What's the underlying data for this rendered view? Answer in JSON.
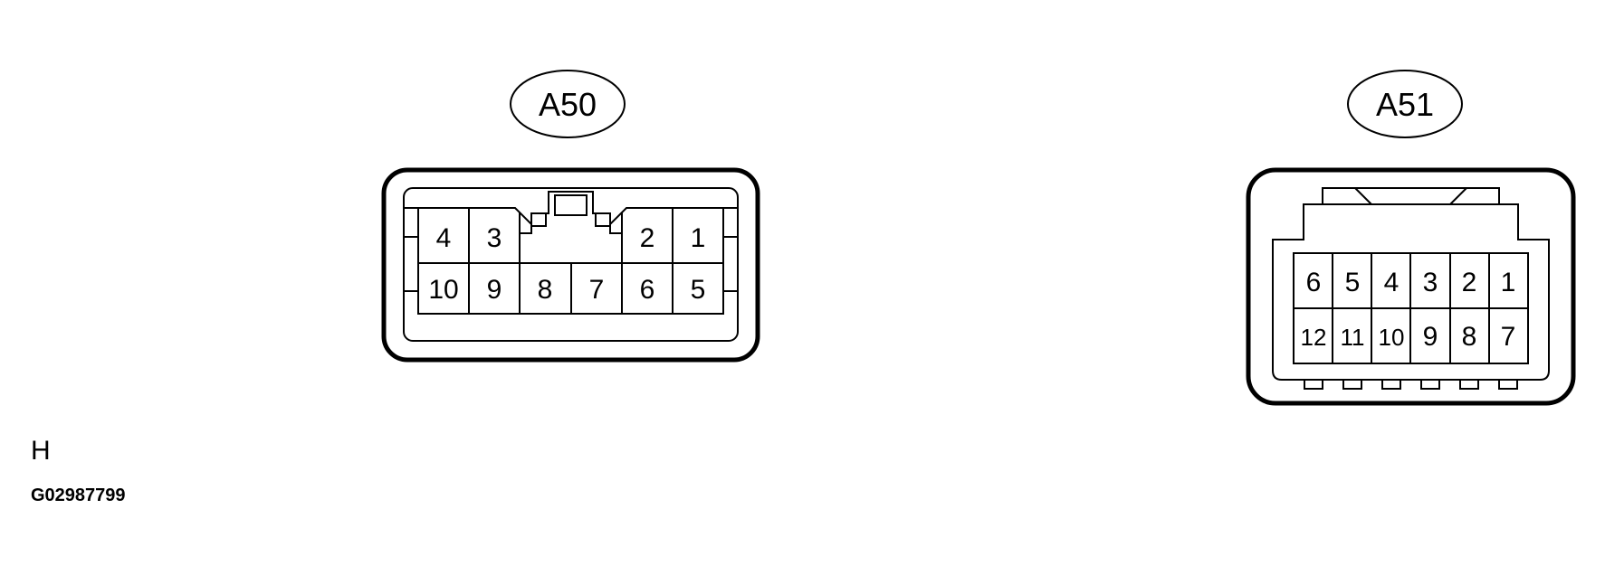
{
  "connectors": [
    {
      "label": "A50",
      "top_row": [
        "4",
        "3",
        "",
        "",
        "2",
        "1"
      ],
      "bottom_row": [
        "10",
        "9",
        "8",
        "7",
        "6",
        "5"
      ]
    },
    {
      "label": "A51",
      "top_row": [
        "6",
        "5",
        "4",
        "3",
        "2",
        "1"
      ],
      "bottom_row": [
        "12",
        "11",
        "10",
        "9",
        "8",
        "7"
      ]
    }
  ],
  "view_letter": "H",
  "figure_id": "G02987799"
}
